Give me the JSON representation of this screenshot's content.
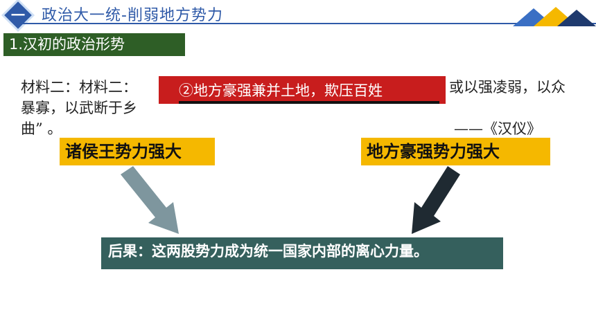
{
  "header": {
    "number": "一",
    "title": "政治大一统-削弱地方势力"
  },
  "section": {
    "label": "1.汉初的政治形势"
  },
  "material": {
    "line1_prefix": "材料二：材料二：",
    "line1_suffix": "或以强凌弱，以众",
    "line2": "暴寡，以武断于乡",
    "line3": "曲”  。",
    "highlight": "②地方豪强兼并土地，欺压百姓",
    "source": "——《汉仪》"
  },
  "boxes": {
    "left": "诸侯王势力强大",
    "right": "地方豪强势力强大"
  },
  "result": {
    "text": "后果：这两股势力成为统一国家内部的离心力量。"
  },
  "colors": {
    "header_blue": "#2f5aa8",
    "section_green": "#2e5e26",
    "highlight_red": "#c81d1d",
    "box_yellow": "#f5b800",
    "result_teal": "#35605d"
  }
}
